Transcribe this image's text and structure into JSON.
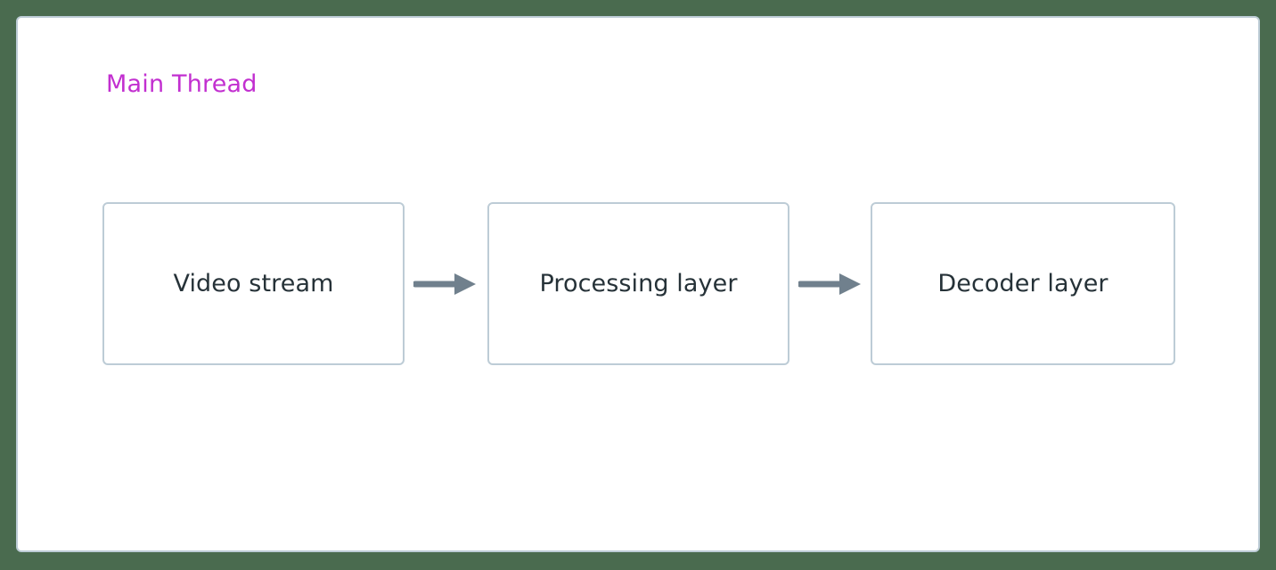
{
  "diagram": {
    "type": "flowchart",
    "direction": "left-to-right",
    "background_color": "#4a6b4f",
    "container": {
      "title": "Main Thread",
      "title_color": "#c22fd0",
      "fill": "#ffffff",
      "border_color": "#bdccd6"
    },
    "node_style": {
      "fill": "#ffffff",
      "border_color": "#bdccd6",
      "text_color": "#263238"
    },
    "edge_style": {
      "color": "#70808d",
      "arrowhead": "solid-triangle"
    },
    "nodes": [
      {
        "id": "video",
        "label": "Video stream"
      },
      {
        "id": "process",
        "label": "Processing layer"
      },
      {
        "id": "decoder",
        "label": "Decoder layer"
      }
    ],
    "edges": [
      {
        "id": "edge-1",
        "from": "video",
        "to": "process",
        "label": ""
      },
      {
        "id": "edge-2",
        "from": "process",
        "to": "decoder",
        "label": ""
      }
    ]
  }
}
